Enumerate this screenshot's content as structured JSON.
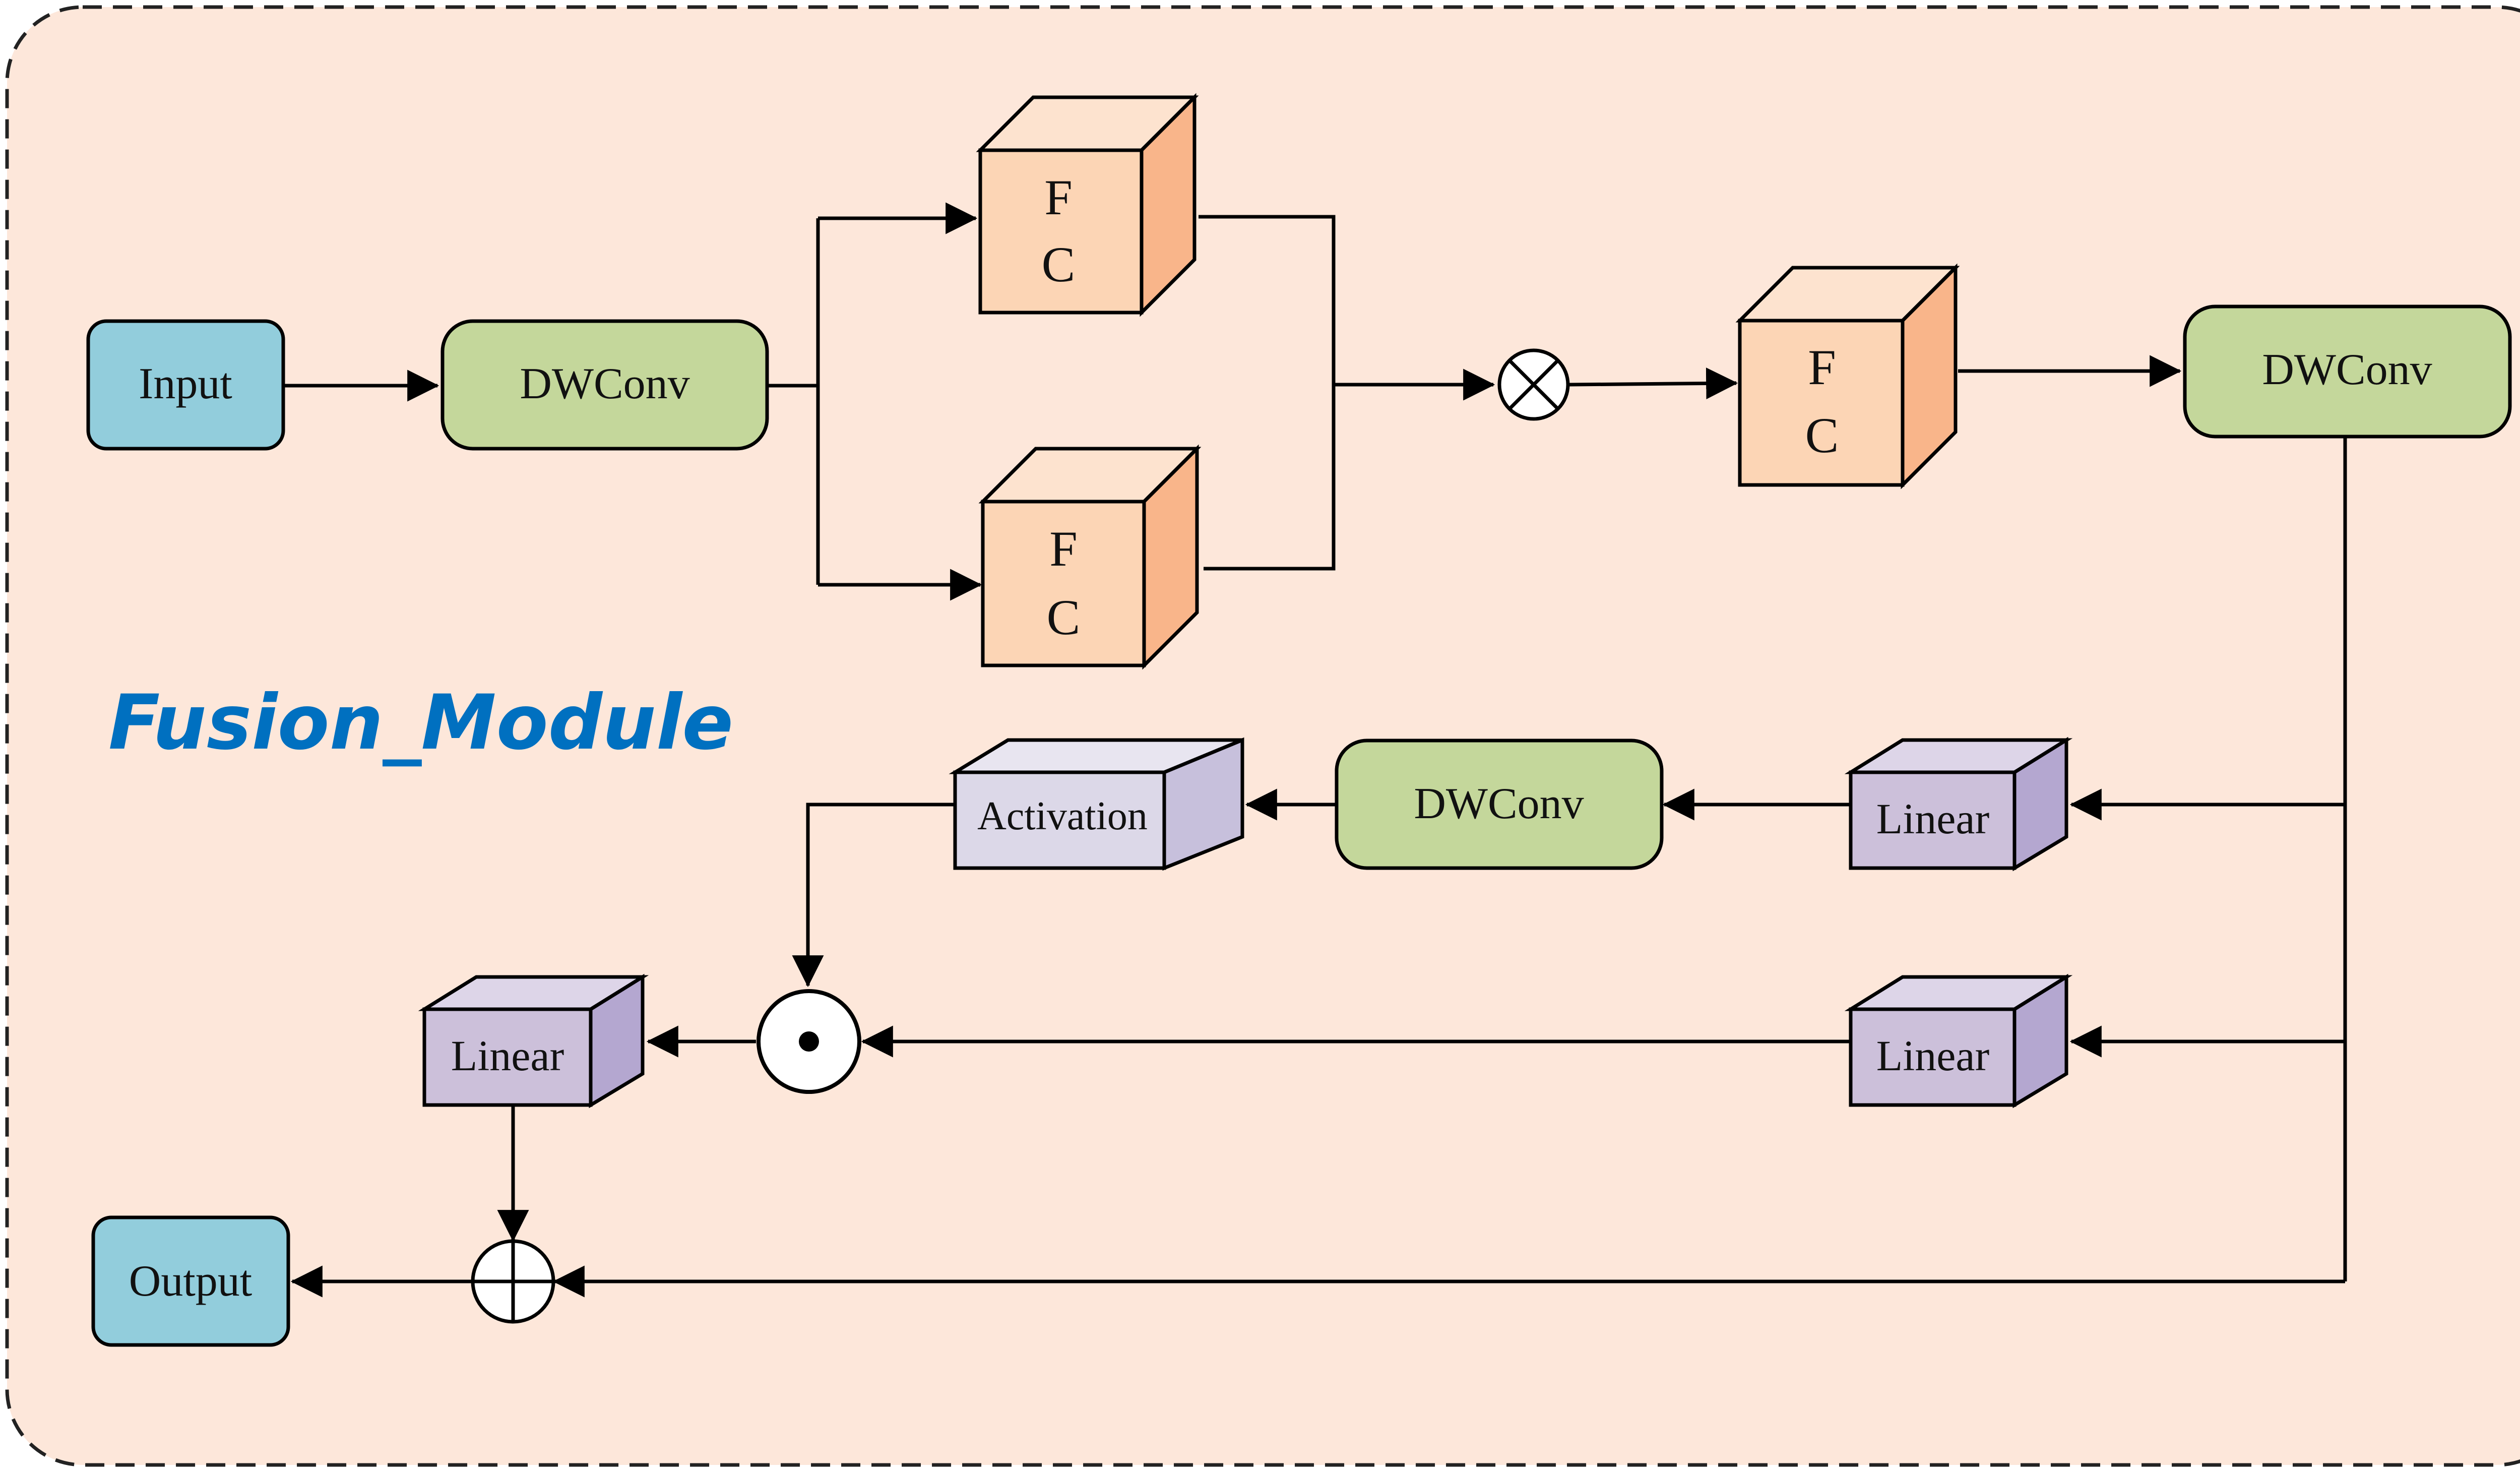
{
  "title": "Fusion_Module",
  "nodes": {
    "input": "Input",
    "dwconv_1": "DWConv",
    "fc_top": [
      "F",
      "C"
    ],
    "fc_bottom": [
      "F",
      "C"
    ],
    "fc_right": [
      "F",
      "C"
    ],
    "dwconv_2": "DWConv",
    "linear_upper": "Linear",
    "dwconv_3": "DWConv",
    "activation": "Activation",
    "linear_lower": "Linear",
    "linear_left": "Linear",
    "output": "Output"
  },
  "operators": {
    "multiply": "⊗",
    "elementwise_product": "⊙",
    "add": "⊕"
  },
  "colors": {
    "background": "#fde7da",
    "input_output": "#92cddc",
    "dwconv": "#c4d79b",
    "fc_front": "#fcd5b5",
    "fc_side": "#f9b58a",
    "linear_front": "#ccc0da",
    "linear_side": "#b4a7d0",
    "activation_front": "#dcd8e8",
    "activation_side": "#c7c0dc",
    "title": "#0070c0"
  }
}
